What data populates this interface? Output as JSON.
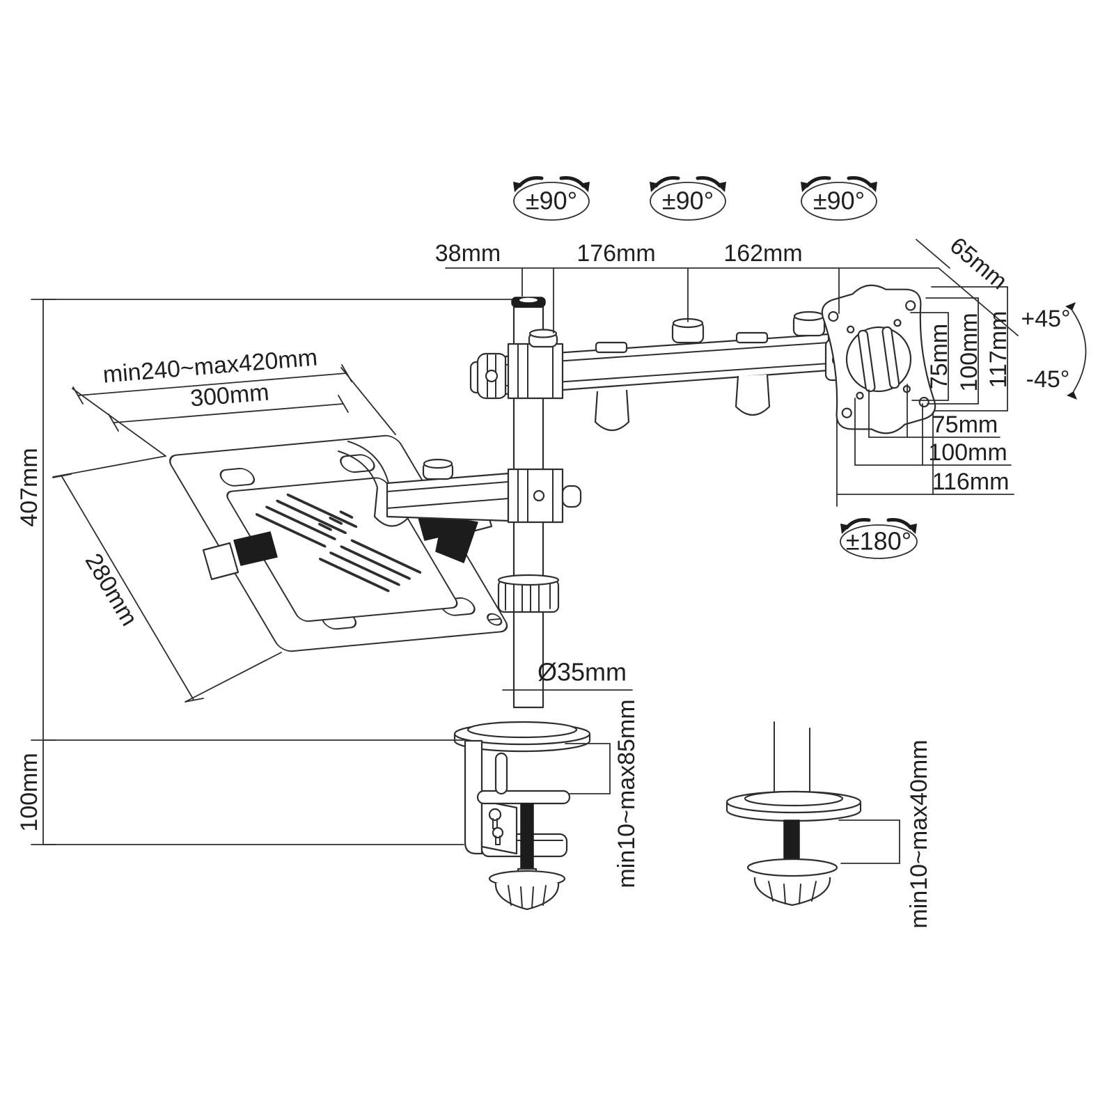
{
  "drawing": {
    "type": "technical-dimension-diagram",
    "subject": "Desk-mount monitor arm with laptop tray, desk clamp and grommet base",
    "colors": {
      "line": "#2e2e2e",
      "text": "#1f1f1f",
      "background": "#ffffff",
      "dark_fill": "#1c1c1c"
    },
    "rotation_labels": {
      "pole_swivel": "±90°",
      "elbow_swivel": "±90°",
      "vesa_swivel": "±90°",
      "tilt_up": "+45°",
      "tilt_down": "-45°",
      "vesa_rotation": "±180°"
    },
    "top_dimensions": {
      "pole_to_arm": "38mm",
      "arm_segment_1": "176mm",
      "arm_segment_2": "162mm",
      "vesa_offset": "65mm"
    },
    "vesa_dimensions": {
      "vertical_75": "75mm",
      "vertical_100": "100mm",
      "vertical_117": "117mm",
      "horizontal_75": "75mm",
      "horizontal_100": "100mm",
      "horizontal_116": "116mm"
    },
    "tray_dimensions": {
      "clamp_range": "min240~max420mm",
      "tray_width": "300mm",
      "tray_depth": "280mm"
    },
    "pole_dimensions": {
      "pole_height": "407mm",
      "clamp_section_height": "100mm",
      "pole_diameter": "Ø35mm"
    },
    "desk_dimensions": {
      "clamp_thickness_range": "min10~max85mm",
      "grommet_thickness_range": "min10~max40mm"
    }
  }
}
